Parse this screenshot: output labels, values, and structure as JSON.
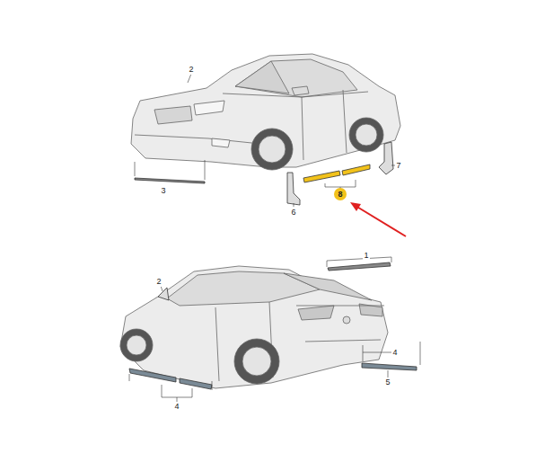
{
  "diagram": {
    "nodes": [
      {
        "text": [
          "8"
        ]
      }
    ],
    "labels": [
      "2",
      "7",
      "3",
      "6",
      "1",
      "2",
      "4",
      "5",
      "4"
    ]
  }
}
